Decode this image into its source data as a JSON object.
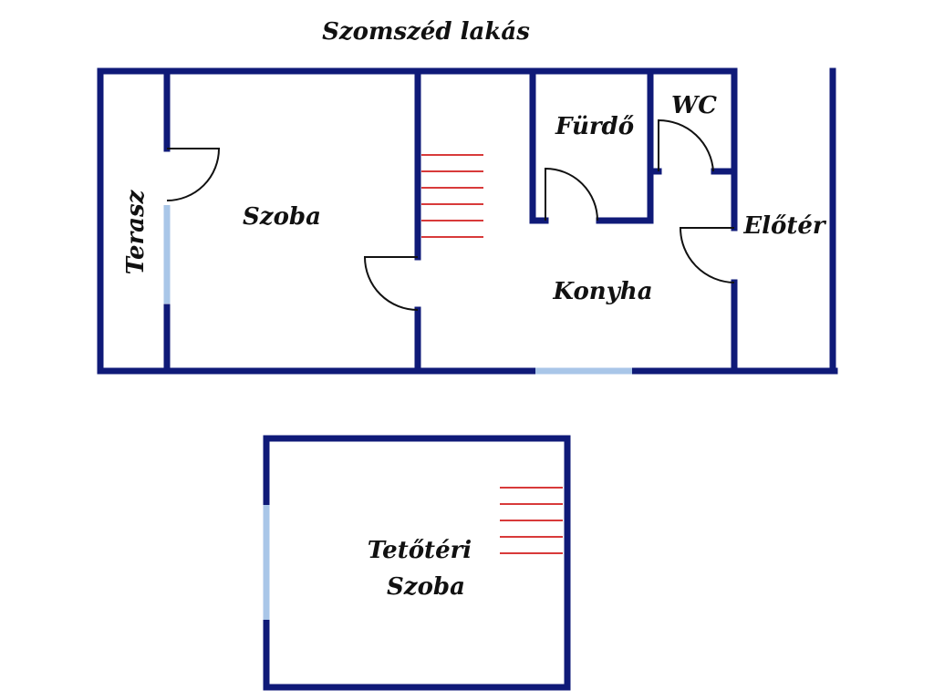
{
  "labels": {
    "neighbor": "Szomszéd lakás",
    "terrace": "Terasz",
    "room": "Szoba",
    "bathroom": "Fürdő",
    "wc": "WC",
    "hall": "Előtér",
    "kitchen": "Konyha",
    "attic_line1": "Tetőtéri",
    "attic_line2": "Szoba"
  },
  "colors": {
    "wall": "#0f1a78",
    "window": "#a9c6e8",
    "stairs": "#d83a3a",
    "door": "#111111",
    "text": "#111111"
  }
}
